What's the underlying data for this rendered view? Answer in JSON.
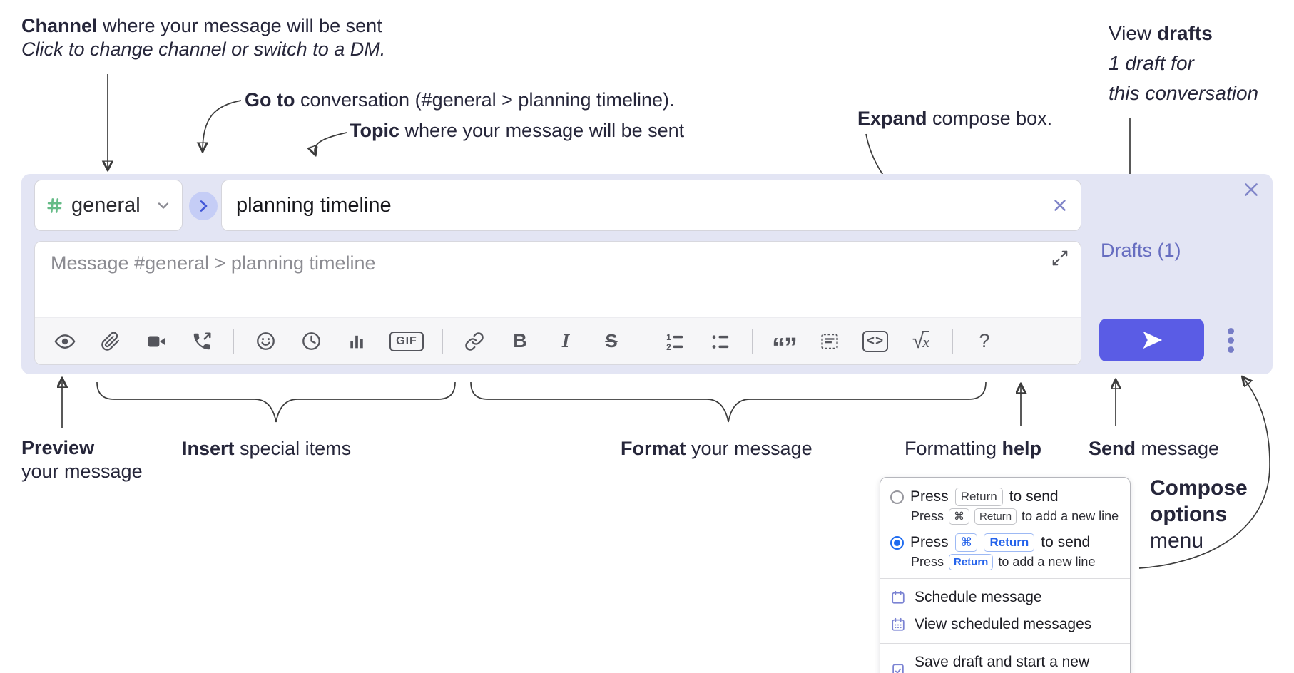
{
  "colors": {
    "panel_bg": "#e3e5f4",
    "send_button": "#5a5ce5",
    "link_purple": "#666dc0",
    "channel_hash_green": "#66bb87",
    "goto_circle_bg": "#c5cdf6",
    "goto_chevron_blue": "#4156d8",
    "radio_selected_blue": "#1f6cf0",
    "popup_icon_purple": "#7b83d3",
    "toolbar_icon_gray": "#54555c"
  },
  "annotations": {
    "channel": {
      "bold": "Channel",
      "rest": " where your message will be sent",
      "line2": "Click to change channel or switch to a DM."
    },
    "goto": {
      "bold": "Go to",
      "rest": " conversation (#general > planning timeline)."
    },
    "topic": {
      "bold": "Topic",
      "rest": " where your message will be sent"
    },
    "expand": {
      "bold": "Expand",
      "rest": " compose box."
    },
    "view_drafts": {
      "pre": "View ",
      "bold": "drafts",
      "line2": "1 draft for",
      "line3": "this conversation"
    },
    "preview": {
      "bold": "Preview",
      "line2": "your message"
    },
    "insert": {
      "bold": "Insert",
      "rest": " special items"
    },
    "format": {
      "bold": "Format",
      "rest": " your message"
    },
    "help": {
      "pre": "Formatting ",
      "bold": "help"
    },
    "send": {
      "bold": "Send",
      "rest": " message"
    },
    "compose_options": {
      "line1": "Compose",
      "line2": "options",
      "line3": "menu"
    }
  },
  "composer": {
    "channel": {
      "name": "general"
    },
    "topic": {
      "value": "planning timeline"
    },
    "message": {
      "placeholder": "Message #general > planning timeline"
    },
    "drafts_label": "Drafts (1)",
    "toolbar": {
      "gif": "GIF",
      "bold": "B",
      "italic": "I",
      "strike": "S",
      "quote": "“”",
      "code": "<>",
      "sqrt_sign": "√",
      "sqrt_x": "x",
      "ol1": "1",
      "ol2": "2",
      "help": "?"
    }
  },
  "options_menu": {
    "press": "Press",
    "to_send": "to send",
    "to_newline": "to add a new line",
    "return_key": "Return",
    "cmd_key": "⌘",
    "items": {
      "schedule": "Schedule message",
      "view_scheduled": "View scheduled messages",
      "save_draft": "Save draft and start a new message"
    }
  }
}
